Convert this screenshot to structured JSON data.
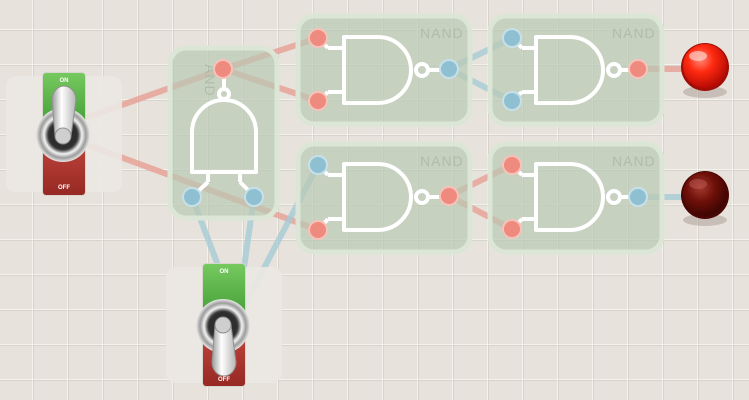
{
  "gates": [
    {
      "label": "NAND",
      "type": "NAND"
    },
    {
      "label": "NAND",
      "type": "NAND"
    },
    {
      "label": "NAND",
      "type": "NAND"
    },
    {
      "label": "NAND",
      "type": "NAND"
    },
    {
      "label": "AND",
      "type": "AND"
    }
  ],
  "switches": [
    {
      "on_label": "ON",
      "off_label": "OFF",
      "state": "on"
    },
    {
      "on_label": "ON",
      "off_label": "OFF",
      "state": "off"
    }
  ],
  "outputs": [
    {
      "state": "on",
      "color": "#ff1a0a"
    },
    {
      "state": "off",
      "color": "#7a0f0a"
    }
  ],
  "colors": {
    "wire_high": "#e79a8f",
    "wire_low": "#a6cbd6",
    "gate_card": "#b9c9b4",
    "switch_on": "#5cae4a",
    "switch_off": "#b8352f"
  }
}
